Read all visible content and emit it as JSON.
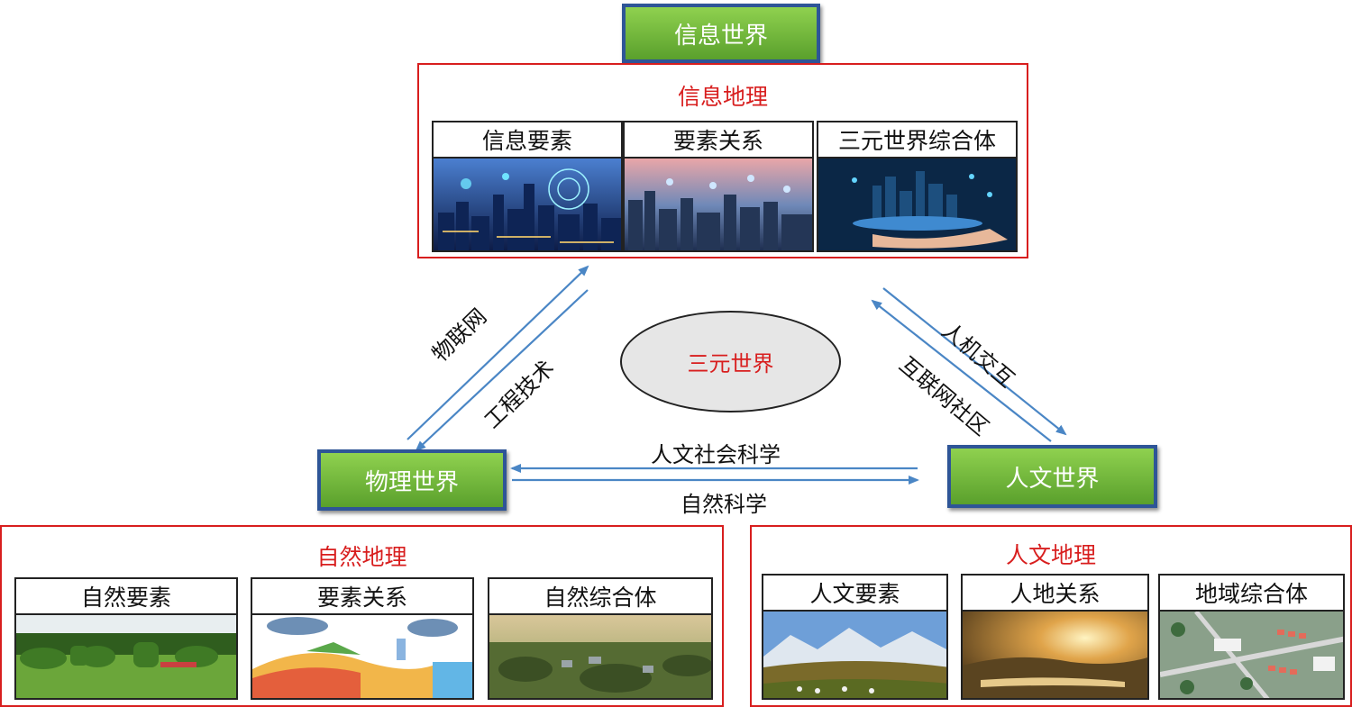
{
  "info_world": {
    "label": "信息世界"
  },
  "physical_world": {
    "label": "物理世界"
  },
  "human_world": {
    "label": "人文世界"
  },
  "center": {
    "label": "三元世界"
  },
  "info_geo": {
    "title": "信息地理",
    "panels": [
      {
        "label": "信息要素"
      },
      {
        "label": "要素关系"
      },
      {
        "label": "三元世界综合体"
      }
    ]
  },
  "natural_geo": {
    "title": "自然地理",
    "panels": [
      {
        "label": "自然要素"
      },
      {
        "label": "要素关系"
      },
      {
        "label": "自然综合体"
      }
    ]
  },
  "human_geo": {
    "title": "人文地理",
    "panels": [
      {
        "label": "人文要素"
      },
      {
        "label": "人地关系"
      },
      {
        "label": "地域综合体"
      }
    ]
  },
  "links": {
    "iot": "物联网",
    "engineering": "工程技术",
    "hci": "人机交互",
    "internet_community": "互联网社区",
    "humanities": "人文社会科学",
    "natural_science": "自然科学"
  },
  "colors": {
    "accent_red": "#d81e1e",
    "arrow_blue": "#4a86c5",
    "box_green": "#6db33f",
    "box_border": "#2e5597"
  }
}
